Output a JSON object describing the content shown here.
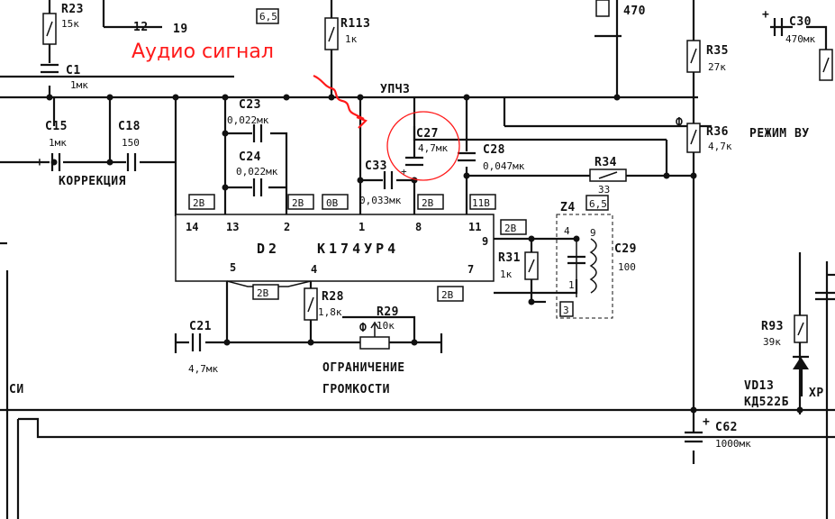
{
  "annotation": {
    "text": "Аудио сигнал",
    "color": "#ff1a1a"
  },
  "ic": {
    "ref": "D2",
    "part": "К174УР4",
    "pins": [
      "14",
      "13",
      "2",
      "1",
      "8",
      "11",
      "9",
      "7",
      "5",
      "4"
    ]
  },
  "bus_label": "УПЧЗ",
  "components": {
    "r23": {
      "ref": "R23",
      "value": "15к"
    },
    "c1": {
      "ref": "C1",
      "value": "1мк"
    },
    "r113": {
      "ref": "R113",
      "value": "1к"
    },
    "r_top": {
      "value": "470"
    },
    "c30": {
      "ref": "C30",
      "value": "470мк"
    },
    "r35": {
      "ref": "R35",
      "value": "27к"
    },
    "r36": {
      "ref": "R36",
      "value": "4,7к"
    },
    "c15": {
      "ref": "C15",
      "value": "1мк"
    },
    "c18": {
      "ref": "C18",
      "value": "150"
    },
    "c23": {
      "ref": "C23",
      "value": "0,022мк"
    },
    "c24": {
      "ref": "C24",
      "value": "0,022мк"
    },
    "c33": {
      "ref": "C33",
      "value": "0,033мк"
    },
    "c27": {
      "ref": "C27",
      "value": "4,7мк"
    },
    "c28": {
      "ref": "C28",
      "value": "0,047мк"
    },
    "r34": {
      "ref": "R34",
      "value": "33"
    },
    "z4": {
      "ref": "Z4",
      "value": "6,5"
    },
    "c29": {
      "ref": "C29",
      "value": "100"
    },
    "r31": {
      "ref": "R31",
      "value": "1к"
    },
    "r28": {
      "ref": "R28",
      "value": "1,8к"
    },
    "r29": {
      "ref": "R29",
      "value": "10к"
    },
    "c21": {
      "ref": "C21",
      "value": "4,7мк"
    },
    "r93": {
      "ref": "R93",
      "value": "39к"
    },
    "vd13": {
      "ref": "VD13",
      "value": "КД522Б"
    },
    "c62": {
      "ref": "C62",
      "value": "1000мк"
    }
  },
  "labels": {
    "correction": "КОРРЕКЦИЯ",
    "volume_limit_1": "ОГРАНИЧЕНИЕ",
    "volume_limit_2": "ГРОМКОСТИ",
    "mode": "РЕЖИМ ВУ",
    "si": "СИ",
    "xp": "ХР",
    "v2_8": "2В",
    "v0_8": "0В",
    "v11": "11В",
    "v6_5": "6,5",
    "phi": "Ф",
    "n19": "19",
    "n12": "12",
    "z4_pins": [
      "4",
      "9",
      "1",
      "3"
    ]
  }
}
